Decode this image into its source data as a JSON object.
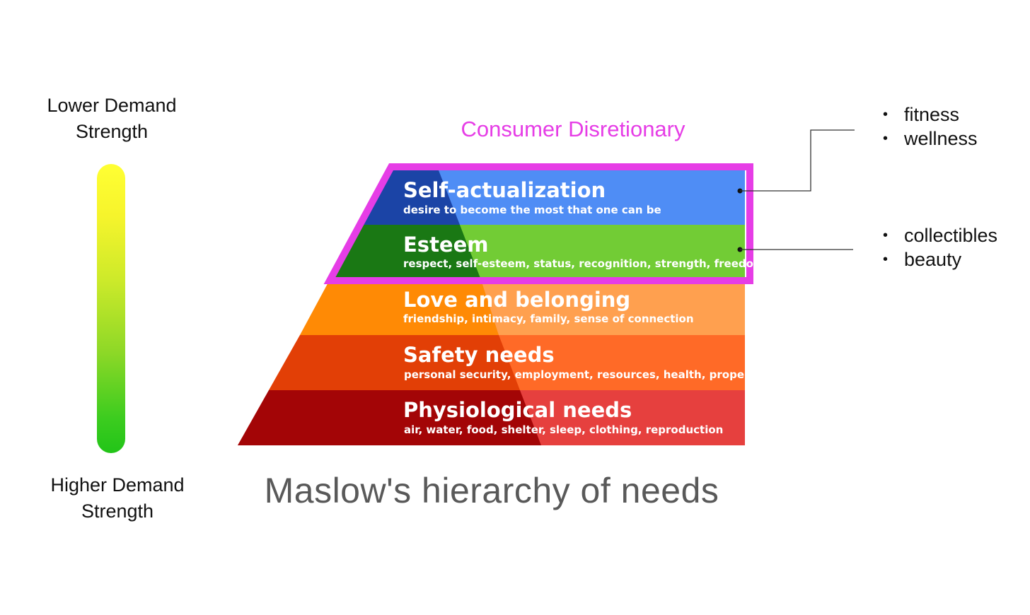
{
  "scale": {
    "top_label_line1": "Lower Demand",
    "top_label_line2": "Strength",
    "bottom_label_line1": "Higher Demand",
    "bottom_label_line2": "Strength",
    "gradient_colors": [
      "#ffff33",
      "#22c418"
    ]
  },
  "highlight": {
    "label": "Consumer Disretionary",
    "color": "#e63de6"
  },
  "levels": [
    {
      "title": "Self-actualization",
      "subtitle": "desire to become the most that one can be",
      "color": "#4f8df5"
    },
    {
      "title": "Esteem",
      "subtitle": "respect, self-esteem, status, recognition, strength, freedom",
      "color": "#72cc35"
    },
    {
      "title": "Love and belonging",
      "subtitle": "friendship, intimacy, family, sense of connection",
      "color": "#ffa04f"
    },
    {
      "title": "Safety needs",
      "subtitle": "personal security, employment, resources, health, property",
      "color": "#ff6a27"
    },
    {
      "title": "Physiological needs",
      "subtitle": "air, water, food, shelter, sleep, clothing, reproduction",
      "color": "#e6403e"
    }
  ],
  "diagram_title": "Maslow's hierarchy of needs",
  "callouts": {
    "top": [
      "fitness",
      "wellness"
    ],
    "bottom": [
      "collectibles",
      "beauty"
    ]
  }
}
